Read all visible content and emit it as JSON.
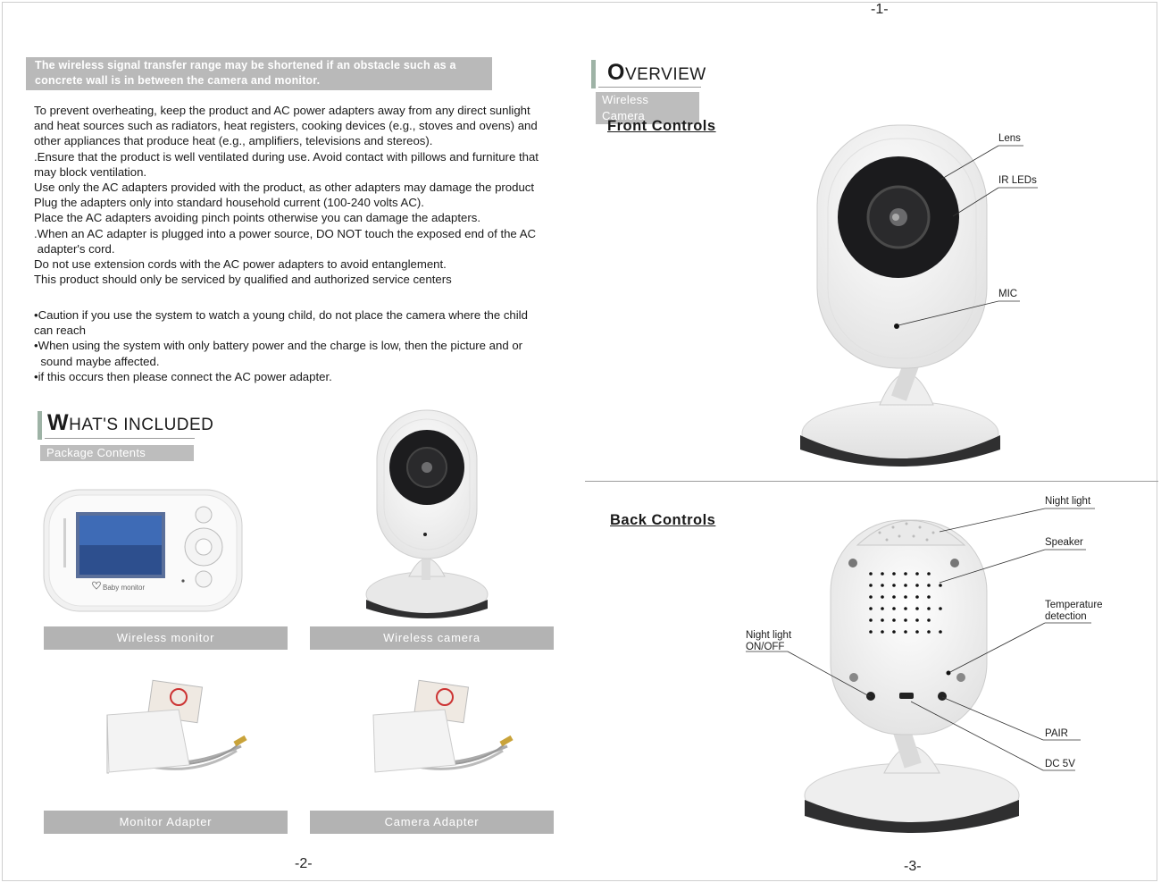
{
  "pages": {
    "p1": "-1-",
    "p2": "-2-",
    "p3": "-3-"
  },
  "warning": {
    "line1": "The wireless signal transfer range may be shortened if an obstacle such as a",
    "line2": "concrete wall is in between the camera and monitor."
  },
  "safety_lines": [
    "To prevent overheating, keep the product and AC power adapters away from any direct sunlight",
    "and heat sources such as radiators, heat registers, cooking devices (e.g., stoves and ovens) and",
    "other appliances that produce heat (e.g., amplifiers, televisions and stereos).",
    ".Ensure that the product is well ventilated during use. Avoid contact with pillows and furniture that",
    "may block ventilation.",
    "Use only the AC adapters provided with the product, as other adapters may damage the product",
    "Plug the adapters only into standard household current (100-240 volts AC).",
    "Place the AC adapters avoiding pinch points otherwise you can damage the adapters.",
    ".When an AC adapter is plugged into a power source, DO NOT touch the exposed end of the AC",
    " adapter's cord.",
    "Do not use extension cords with the AC power adapters to avoid entanglement.",
    "This product should only be serviced by qualified and authorized service centers"
  ],
  "caution_lines": [
    "•Caution if you use the system to watch a young child, do not place the camera where the child",
    "can reach",
    "•When using the system with only battery power and the charge is low, then the picture and or",
    "  sound maybe affected.",
    "•if this occurs then please connect the AC power adapter."
  ],
  "whats_included": {
    "title_cap": "W",
    "title_rest": "HAT'S INCLUDED",
    "subtitle": "Package Contents",
    "items": {
      "monitor": "Wireless monitor",
      "camera": "Wireless camera",
      "monitor_adapter": "Monitor  Adapter",
      "camera_adapter": "Camera  Adapter"
    },
    "monitor_logo": "Baby monitor"
  },
  "overview": {
    "title_cap": "O",
    "title_rest": "VERVIEW",
    "subtitle": "Wireless Camera",
    "front_heading": "Front Controls",
    "back_heading": "Back Controls",
    "front_labels": {
      "lens": "Lens",
      "ir": "IR LEDs",
      "mic": "MIC"
    },
    "back_labels": {
      "night_light": "Night light",
      "speaker": "Speaker",
      "temp1": "Temperature",
      "temp2": "detection",
      "nl_onoff1": "Night light",
      "nl_onoff2": "ON/OFF",
      "pair": "PAIR",
      "dc": "DC 5V"
    }
  },
  "colors": {
    "accent_bar": "#9eb3a6",
    "caption_gray": "#b3b3b3",
    "chip_gray": "#bdbdbd"
  }
}
